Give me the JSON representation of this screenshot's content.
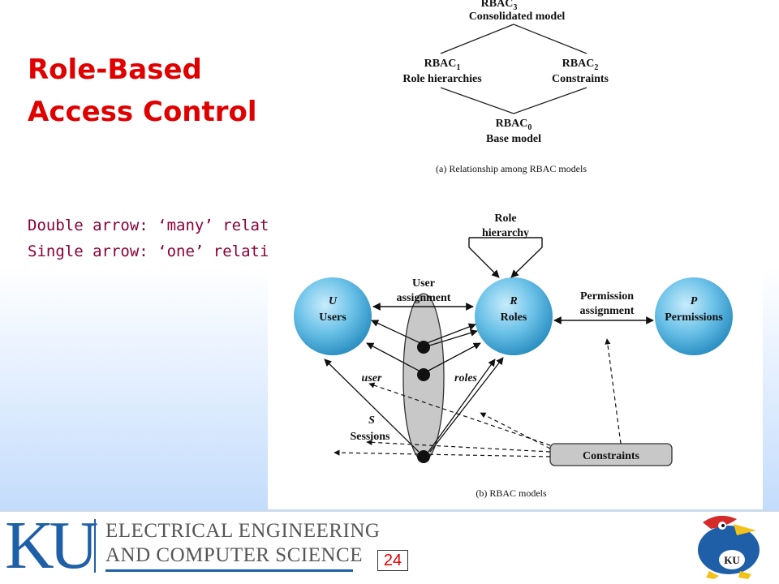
{
  "slide": {
    "title_line1": "Role-Based",
    "title_line2": "Access Control",
    "legend_line1": "Double arrow: ‘many’ relationship",
    "legend_line2": "Single arrow: ‘one’ relationship",
    "page_number": "24"
  },
  "figure_a": {
    "top_label": "RBAC",
    "top_sub": "3",
    "top_name": "Consolidated model",
    "left_label": "RBAC",
    "left_sub": "1",
    "left_name": "Role hierarchies",
    "right_label": "RBAC",
    "right_sub": "2",
    "right_name": "Constraints",
    "bottom_label": "RBAC",
    "bottom_sub": "0",
    "bottom_name": "Base model",
    "caption": "(a) Relationship among RBAC models"
  },
  "figure_b": {
    "role_hierarchy_line1": "Role",
    "role_hierarchy_line2": "hierarchy",
    "user_assignment_line1": "User",
    "user_assignment_line2": "assignment",
    "permission_assignment_line1": "Permission",
    "permission_assignment_line2": "assignment",
    "users_letter": "U",
    "users_label": "Users",
    "roles_letter": "R",
    "roles_label": "Roles",
    "permissions_letter": "P",
    "permissions_label": "Permissions",
    "user_fn": "user",
    "roles_fn": "roles",
    "sessions_letter": "S",
    "sessions_label": "Sessions",
    "constraints_label": "Constraints",
    "caption": "(b) RBAC models"
  },
  "footer": {
    "logo_text": "KU",
    "dept_line1": "ELECTRICAL ENGINEERING",
    "dept_line2": "AND COMPUTER SCIENCE"
  },
  "colors": {
    "title": "#e00000",
    "legend": "#8a0036",
    "ku_blue": "#1f5fa8",
    "circle": "#5bb4dd"
  }
}
